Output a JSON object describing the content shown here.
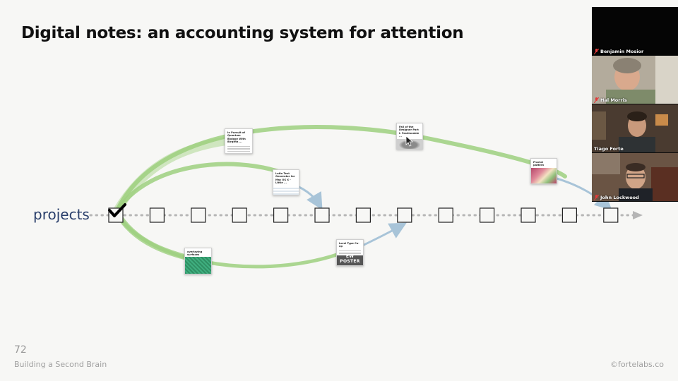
{
  "slide": {
    "title": "Digital notes: an accounting system for attention",
    "row_label": "projects",
    "page_number": "72",
    "footer_left": "Building a Second Brain",
    "footer_right": "©fortelabs.co"
  },
  "notes": [
    {
      "id": "note-quantum-biology",
      "title": "In Pursuit of Quantum Biology With Birgitta ...",
      "image": false
    },
    {
      "id": "note-latin-text",
      "title": "Latin Text Generator for Mac OS X - Little ...",
      "image": true
    },
    {
      "id": "note-designer",
      "title": "Fall of the Designer Part I: Fashionable ...",
      "image": true
    },
    {
      "id": "note-fractal-pattern",
      "title": "Fractal pattern",
      "image": true
    },
    {
      "id": "note-overlay",
      "title": "overlaying surfaces",
      "image": true
    },
    {
      "id": "note-poster",
      "title": "Lorel Type Co-op",
      "image": true,
      "image_text": "EW POSTER"
    }
  ],
  "meeting": {
    "participants": [
      {
        "name": "Benjamin Mosior",
        "muted": true
      },
      {
        "name": "Hal Morris",
        "muted": true
      },
      {
        "name": "Tiago Forte",
        "muted": false
      },
      {
        "name": "John Lockwood",
        "muted": true
      }
    ]
  },
  "colors": {
    "green_arc": "#9ed07f",
    "blue_arrow": "#a8c4d8",
    "timeline_dots": "#b5b5b5",
    "label_color": "#2a3f6b"
  }
}
